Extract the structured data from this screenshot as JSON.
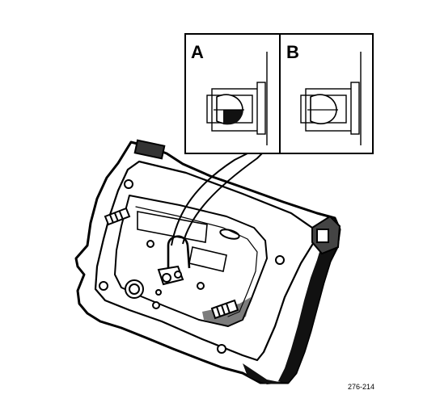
{
  "detail_panels": [
    {
      "label": "A"
    },
    {
      "label": "B"
    }
  ],
  "figure_code": "276-214"
}
